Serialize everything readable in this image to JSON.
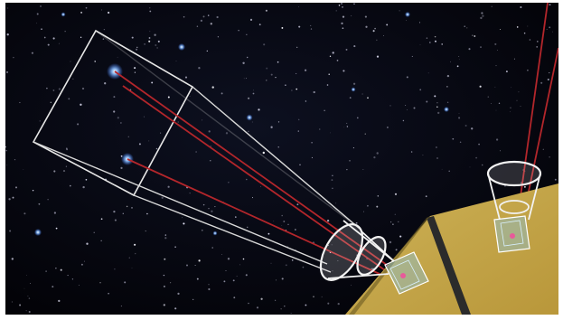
{
  "figure": {
    "kind": "star-tracker-illustration",
    "background": "starfield",
    "colors": {
      "sky": "#05060b",
      "panel": "#c9a94a",
      "panel_edge": "#2c2c2c",
      "beam": "#b3262b",
      "outline": "#e8e8e8",
      "star_blue": "#7fb6ff"
    },
    "icons": [
      "field-of-view-box",
      "star-tracker-camera",
      "spacecraft-panel"
    ]
  }
}
